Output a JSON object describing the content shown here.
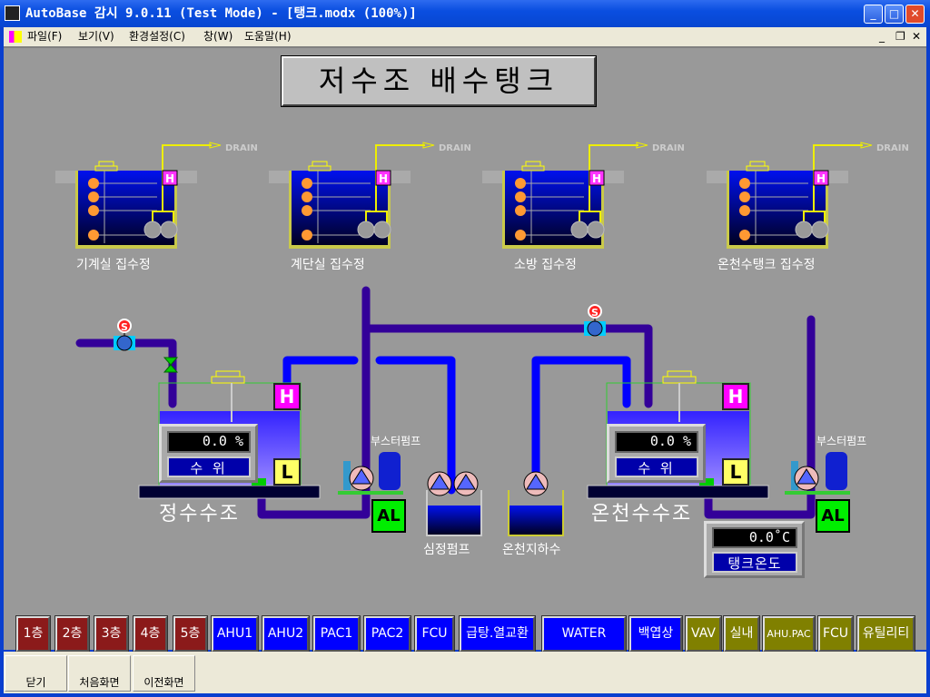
{
  "window": {
    "title": "AutoBase 감시 9.0.11 (Test Mode) - [탱크.modx (100%)]",
    "min": "_",
    "max": "□",
    "close": "✕"
  },
  "menu": [
    "파일(F)",
    "보기(V)",
    "환경설정(C)",
    "창(W)",
    "도움말(H)"
  ],
  "screen_title": "저수조 배수탱크",
  "drain_label": "DRAIN",
  "sumps": [
    {
      "label": "기계실 집수정"
    },
    {
      "label": "계단실 집수정"
    },
    {
      "label": "소방 집수정"
    },
    {
      "label": "온천수탱크 집수정"
    }
  ],
  "h": "H",
  "l": "L",
  "s": "S",
  "al": "AL",
  "tank_left": {
    "name": "정수수조",
    "value": "0.0 %",
    "tag": "수 위"
  },
  "tank_right": {
    "name": "온천수수조",
    "value": "0.0 %",
    "tag": "수 위"
  },
  "booster_label": "부스터펌프",
  "deep_pump": "심정펌프",
  "hot_ground": "온천지하수",
  "temp": {
    "value": "0.0˚C",
    "tag": "탱크온도"
  },
  "nav": [
    {
      "label": "1층",
      "color": "#8b1a1a"
    },
    {
      "label": "2층",
      "color": "#8b1a1a"
    },
    {
      "label": "3층",
      "color": "#8b1a1a"
    },
    {
      "label": "4층",
      "color": "#8b1a1a"
    },
    {
      "label": "5층",
      "color": "#8b1a1a"
    },
    {
      "label": "AHU1",
      "color": "#0000ff"
    },
    {
      "label": "AHU2",
      "color": "#0000ff"
    },
    {
      "label": "PAC1",
      "color": "#0000ff"
    },
    {
      "label": "PAC2",
      "color": "#0000ff"
    },
    {
      "label": "FCU",
      "color": "#0000ff"
    },
    {
      "label": "급탕.열교환",
      "color": "#0000ff"
    },
    {
      "label": "WATER",
      "color": "#0000ff"
    },
    {
      "label": "백엽상",
      "color": "#0000ff"
    },
    {
      "label": "VAV",
      "color": "#808000"
    },
    {
      "label": "실내",
      "color": "#808000"
    },
    {
      "label": "AHU.PAC",
      "color": "#808000"
    },
    {
      "label": "FCU",
      "color": "#808000"
    },
    {
      "label": "유틸리티",
      "color": "#808000"
    }
  ],
  "bottom": [
    "닫기",
    "처음화면",
    "이전화면"
  ]
}
